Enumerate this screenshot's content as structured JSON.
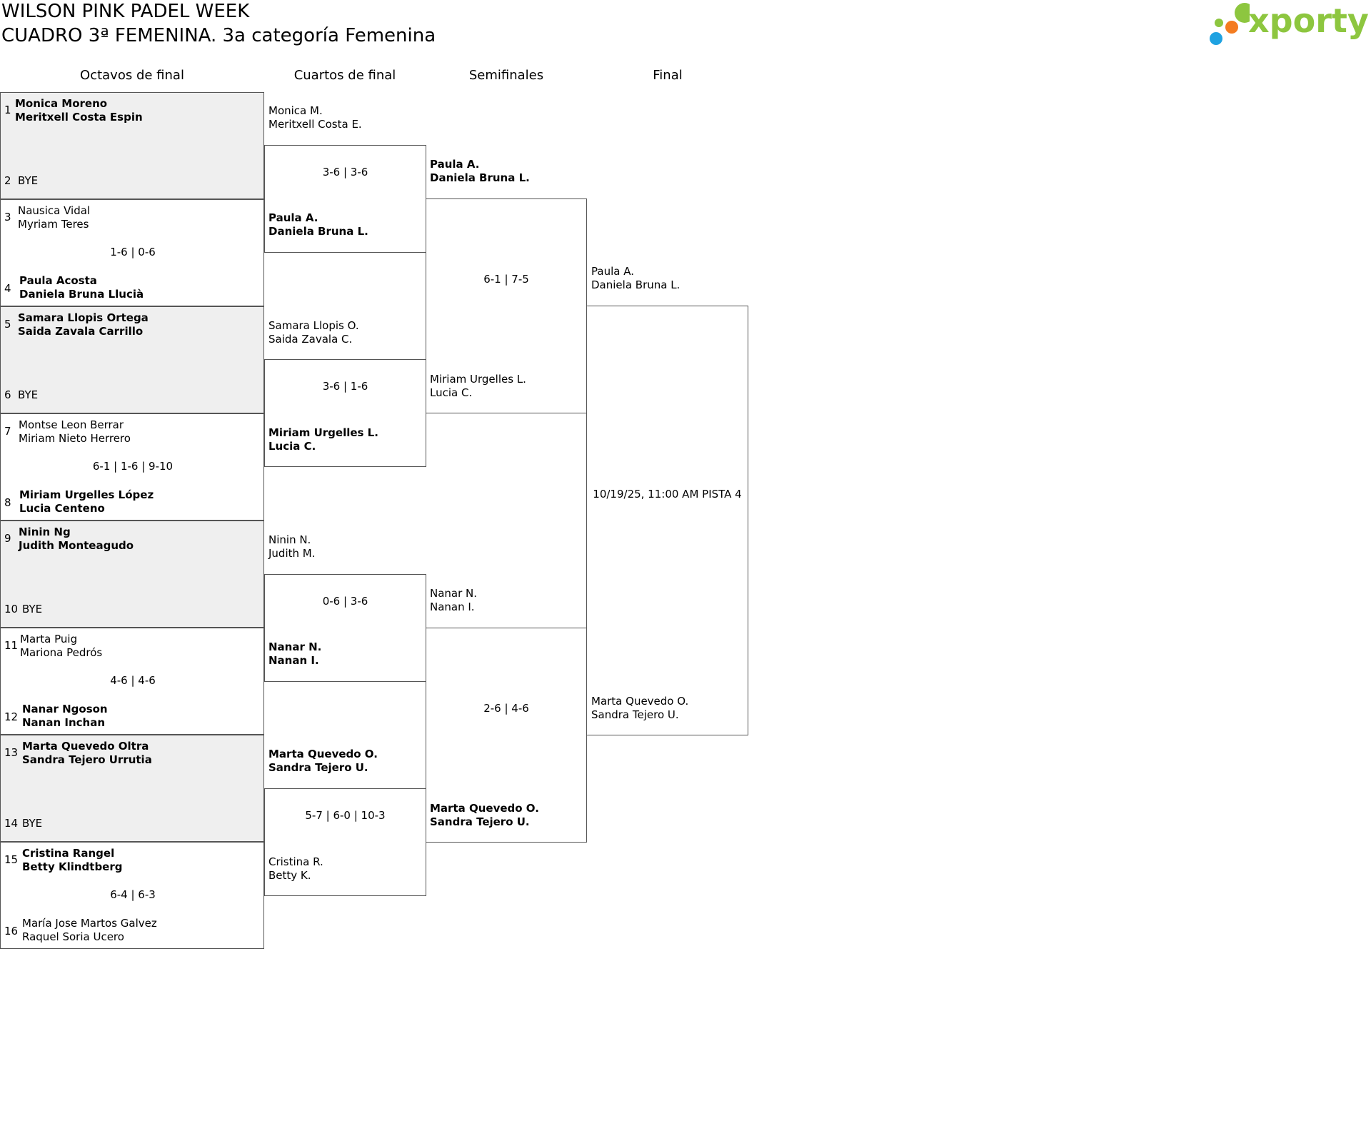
{
  "header": {
    "title_line1": "WILSON PINK PADEL WEEK",
    "title_line2": "CUADRO 3ª FEMENINA. 3a categoría Femenina",
    "logo_text": "xporty",
    "logo_colors": [
      "#8dc63f",
      "#f47c20",
      "#1fa2e1"
    ]
  },
  "columns": [
    "Octavos de final",
    "Cuartos de final",
    "Semifinales",
    "Final"
  ],
  "round_of_16": [
    {
      "seed_top": "1",
      "top": [
        "Monica Moreno",
        "Meritxell Costa Espin"
      ],
      "top_win": true,
      "seed_bottom": "2",
      "bottom_bye": "BYE",
      "score": ""
    },
    {
      "seed_top": "3",
      "top": [
        "Nausica Vidal",
        "Myriam Teres"
      ],
      "top_win": false,
      "seed_bottom": "4",
      "bottom": [
        "Paula Acosta",
        "Daniela Bruna Llucià"
      ],
      "bottom_win": true,
      "score": "1-6 | 0-6"
    },
    {
      "seed_top": "5",
      "top": [
        "Samara Llopis Ortega",
        "Saida Zavala Carrillo"
      ],
      "top_win": true,
      "seed_bottom": "6",
      "bottom_bye": "BYE",
      "score": ""
    },
    {
      "seed_top": "7",
      "top": [
        "Montse Leon Berrar",
        "Miriam Nieto Herrero"
      ],
      "top_win": false,
      "seed_bottom": "8",
      "bottom": [
        "Miriam Urgelles López",
        "Lucia Centeno"
      ],
      "bottom_win": true,
      "score": "6-1 | 1-6 | 9-10"
    },
    {
      "seed_top": "9",
      "top": [
        "Ninin Ng",
        "Judith Monteagudo"
      ],
      "top_win": true,
      "seed_bottom": "10",
      "bottom_bye": "BYE",
      "score": ""
    },
    {
      "seed_top": "11",
      "top": [
        "Marta Puig",
        "Mariona Pedrós"
      ],
      "top_win": false,
      "seed_bottom": "12",
      "bottom": [
        "Nanar Ngoson",
        "Nanan Inchan"
      ],
      "bottom_win": true,
      "score": "4-6 | 4-6"
    },
    {
      "seed_top": "13",
      "top": [
        "Marta Quevedo Oltra",
        "Sandra Tejero Urrutia"
      ],
      "top_win": true,
      "seed_bottom": "14",
      "bottom_bye": "BYE",
      "score": ""
    },
    {
      "seed_top": "15",
      "top": [
        "Cristina Rangel",
        "Betty Klindtberg"
      ],
      "top_win": true,
      "seed_bottom": "16",
      "bottom": [
        "María Jose Martos Galvez",
        "Raquel Soria Ucero"
      ],
      "bottom_win": false,
      "score": "6-4 | 6-3"
    }
  ],
  "quarterfinals": [
    {
      "top": [
        "Monica M.",
        "Meritxell Costa E."
      ],
      "top_win": false,
      "bottom": [
        "Paula A.",
        "Daniela Bruna L."
      ],
      "bottom_win": true,
      "score": "3-6 | 3-6"
    },
    {
      "top": [
        "Samara Llopis O.",
        "Saida Zavala C."
      ],
      "top_win": false,
      "bottom": [
        "Miriam Urgelles L.",
        "Lucia C."
      ],
      "bottom_win": true,
      "score": "3-6 | 1-6"
    },
    {
      "top": [
        "Ninin N.",
        "Judith M."
      ],
      "top_win": false,
      "bottom": [
        "Nanar N.",
        "Nanan I."
      ],
      "bottom_win": true,
      "score": "0-6 | 3-6"
    },
    {
      "top": [
        "Marta Quevedo O.",
        "Sandra Tejero U."
      ],
      "top_win": true,
      "bottom": [
        "Cristina R.",
        "Betty K."
      ],
      "bottom_win": false,
      "score": "5-7 | 6-0 | 10-3"
    }
  ],
  "semifinals": [
    {
      "top": [
        "Paula A.",
        "Daniela Bruna L."
      ],
      "top_win": true,
      "bottom": [
        "Miriam Urgelles L.",
        "Lucia C."
      ],
      "bottom_win": false,
      "score": "6-1 | 7-5"
    },
    {
      "top": [
        "Nanar N.",
        "Nanan I."
      ],
      "top_win": false,
      "bottom": [
        "Marta Quevedo O.",
        "Sandra Tejero U."
      ],
      "bottom_win": true,
      "score": "2-6 | 4-6"
    }
  ],
  "final": {
    "top": [
      "Paula A.",
      "Daniela Bruna L."
    ],
    "bottom": [
      "Marta Quevedo O.",
      "Sandra Tejero U."
    ],
    "info": "10/19/25, 11:00 AM PISTA 4"
  }
}
